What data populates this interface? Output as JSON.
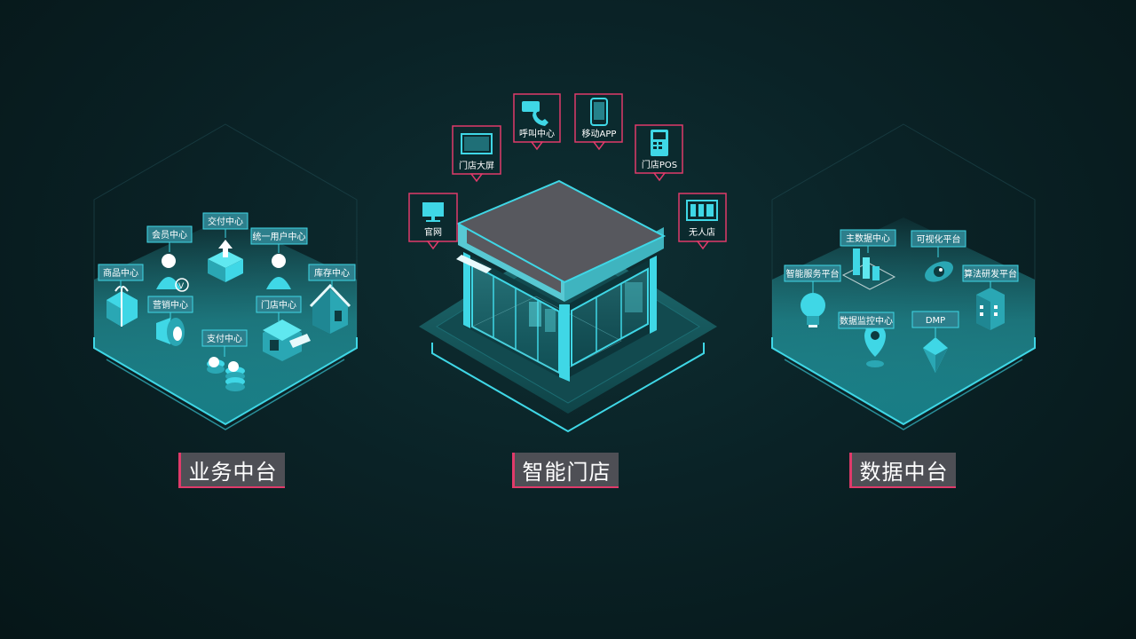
{
  "colors": {
    "accent_cyan": "#3fd7e6",
    "accent_pink": "#e03a6a",
    "label_fill": "#2d7f8c",
    "title_bg": "#4e4f55"
  },
  "left": {
    "title": "业务中台",
    "labels": {
      "goods": "商品中心",
      "member": "会员中心",
      "delivery": "交付中心",
      "user": "统一用户中心",
      "inventory": "库存中心",
      "marketing": "营销中心",
      "store": "门店中心",
      "payment": "支付中心"
    }
  },
  "center": {
    "title": "智能门店",
    "labels": {
      "website": "官网",
      "screen": "门店大屏",
      "call": "呼叫中心",
      "app": "移动APP",
      "pos": "门店POS",
      "unmanned": "无人店"
    }
  },
  "right": {
    "title": "数据中台",
    "labels": {
      "master": "主数据中心",
      "visual": "可视化平台",
      "service": "智能服务平台",
      "algo": "算法研发平台",
      "monitor": "数据监控中心",
      "dmp": "DMP"
    }
  }
}
